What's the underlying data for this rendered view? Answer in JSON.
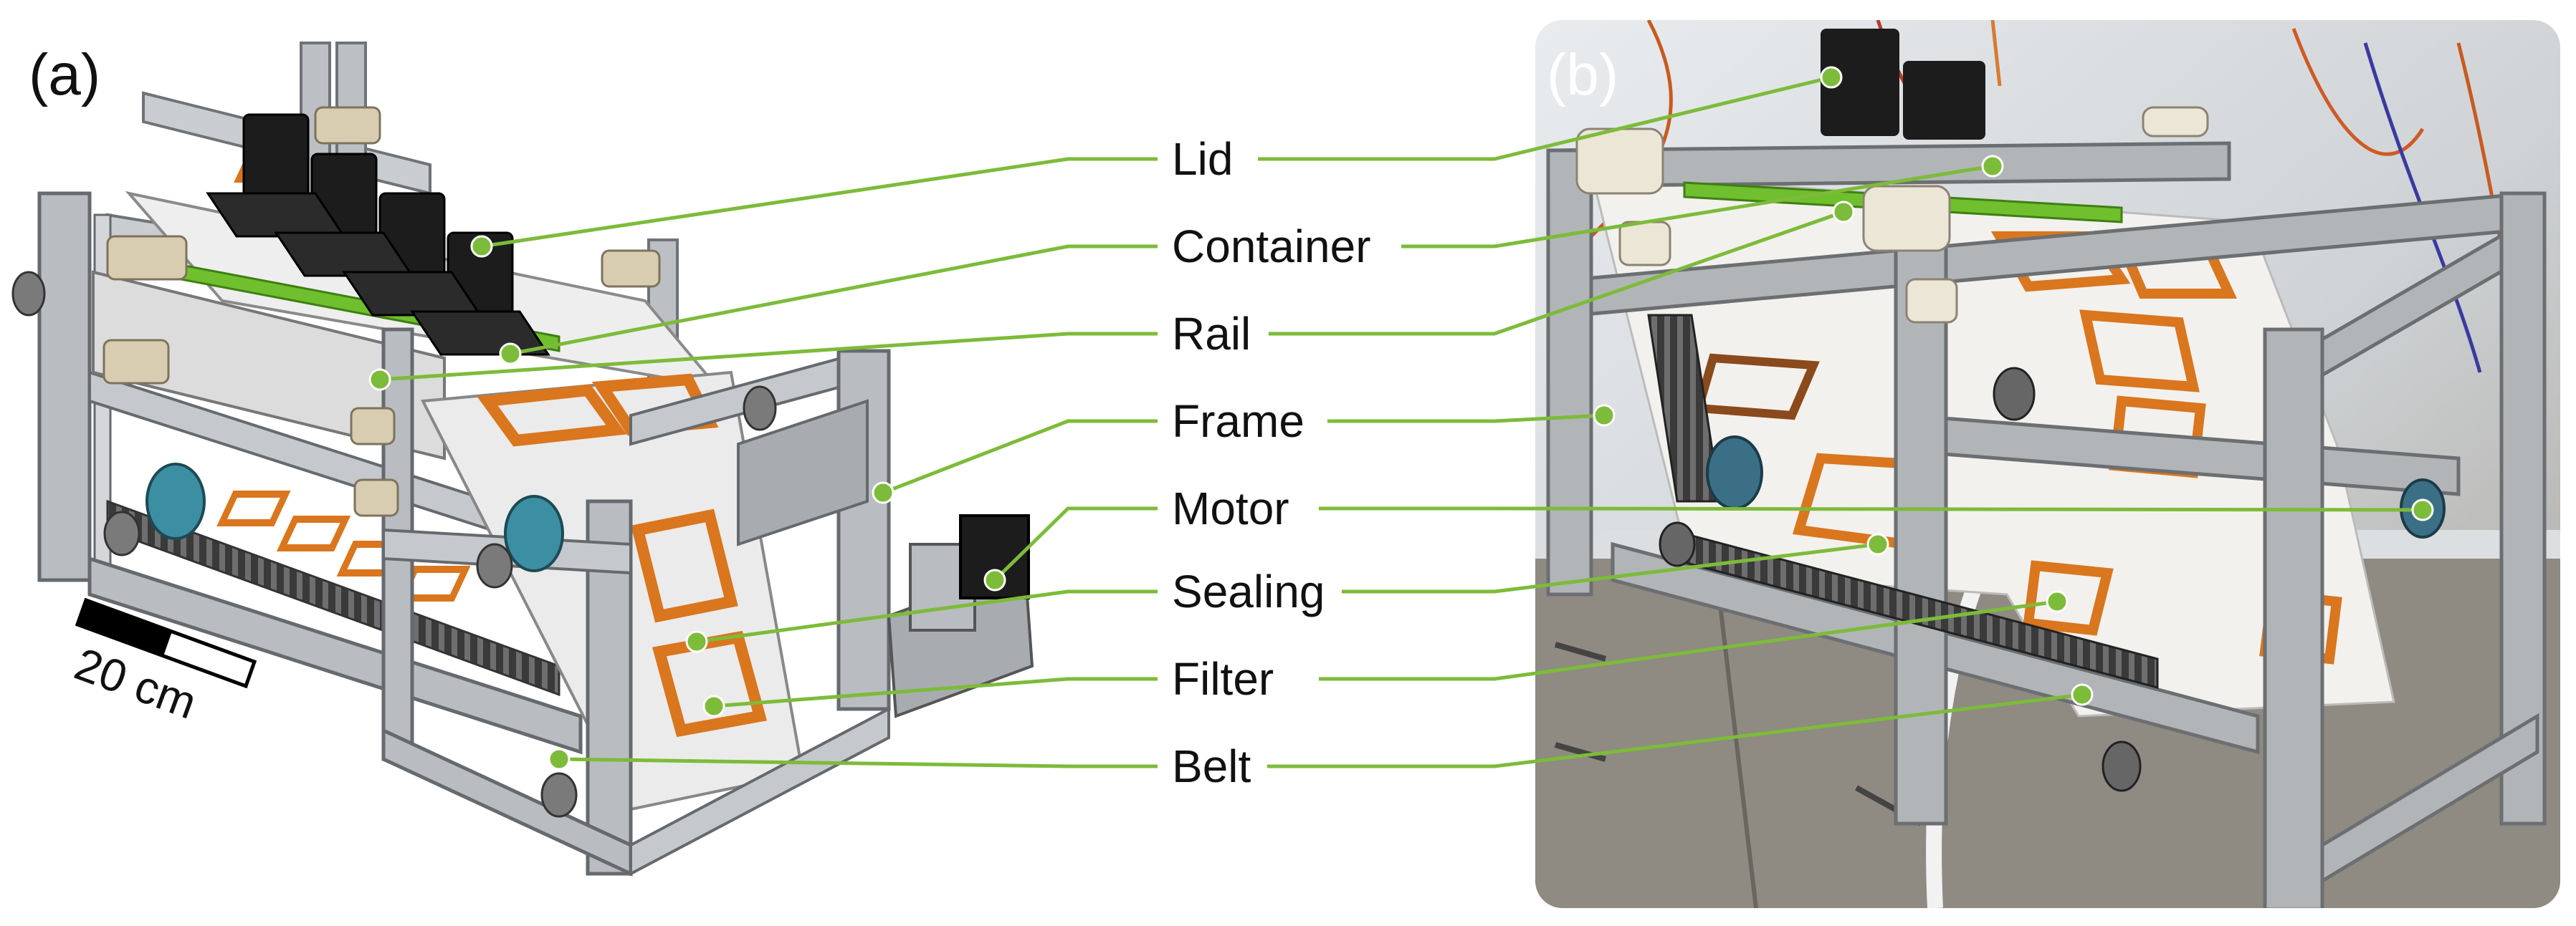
{
  "panels": {
    "a_label": "(a)",
    "b_label": "(b)"
  },
  "scale_bar": {
    "label": "20 cm"
  },
  "callouts": [
    {
      "id": "lid",
      "label": "Lid"
    },
    {
      "id": "container",
      "label": "Container"
    },
    {
      "id": "rail",
      "label": "Rail"
    },
    {
      "id": "frame",
      "label": "Frame"
    },
    {
      "id": "motor",
      "label": "Motor"
    },
    {
      "id": "sealing",
      "label": "Sealing"
    },
    {
      "id": "filter",
      "label": "Filter"
    },
    {
      "id": "belt",
      "label": "Belt"
    }
  ],
  "colors": {
    "callout_line": "#7dbb3a",
    "filter_orange": "#d9761e",
    "aluminium": "#b9bcc0",
    "motor_black": "#1c1c1c",
    "pulley_teal": "#3c8fa2",
    "rail_green": "#6fbf2e",
    "photo_bg": "#5a5a5a"
  }
}
